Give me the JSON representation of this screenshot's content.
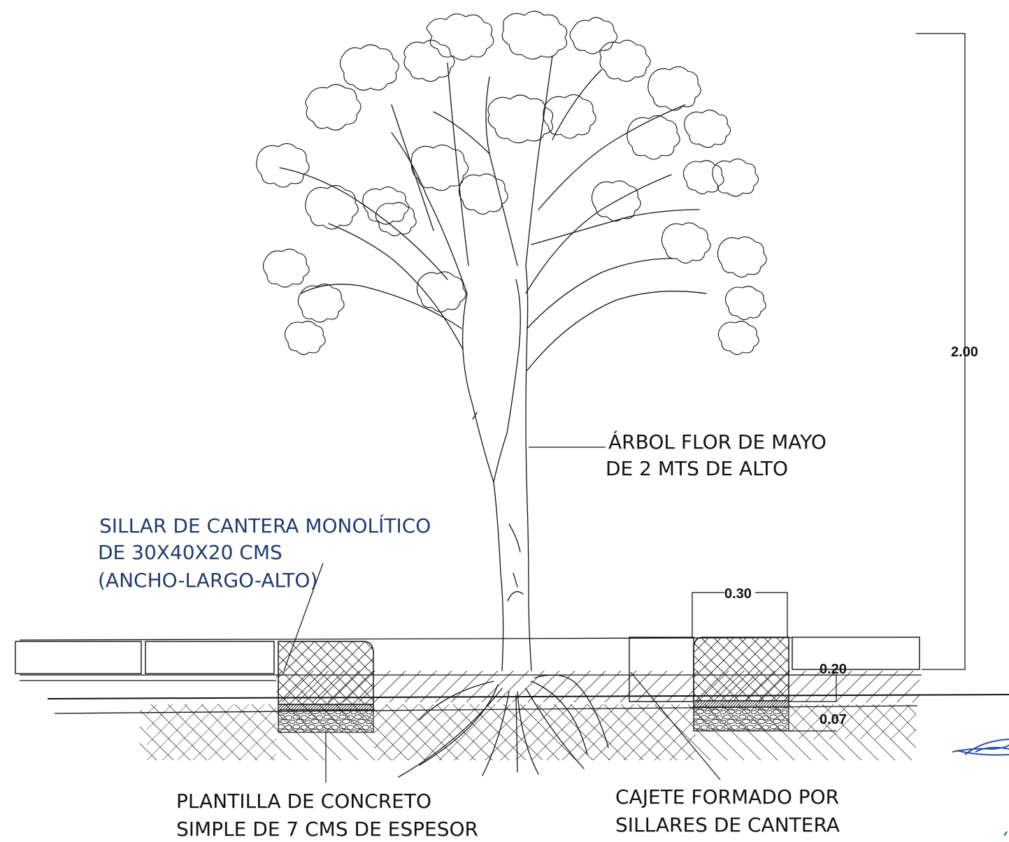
{
  "labels": {
    "tree": [
      "ÁRBOL FLOR DE  MAYO",
      "DE 2 MTS DE ALTO"
    ],
    "sillar": [
      "SILLAR DE CANTERA MONOLÍTICO",
      "DE 30X40X20 CMS",
      "(ANCHO-LARGO-ALTO)"
    ],
    "plantilla": [
      "PLANTILLA DE CONCRETO",
      "SIMPLE DE 7 CMS DE ESPESOR"
    ],
    "cajete": [
      "CAJETE FORMADO POR",
      "SILLARES DE CANTERA"
    ]
  },
  "dimensions": {
    "height": "2.00",
    "width": "0.30",
    "block_height": "0.20",
    "base_thickness": "0.07"
  },
  "colors": {
    "ink": "#111111",
    "accent_label": "#1f3b6e",
    "signature": "#2a4fa8"
  }
}
